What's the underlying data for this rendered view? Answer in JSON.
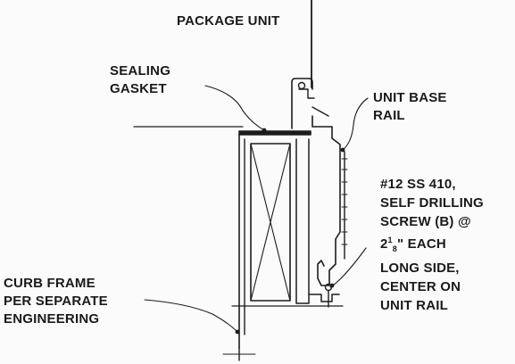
{
  "labels": {
    "package_unit": "PACKAGE UNIT",
    "sealing_gasket": [
      "SEALING",
      "GASKET"
    ],
    "unit_base_rail": [
      "UNIT BASE",
      "RAIL"
    ],
    "screw_note": {
      "line1": "#12 SS 410,",
      "line2": "SELF DRILLING",
      "line3": "SCREW (B) @",
      "line4_main": "2",
      "line4_sup": "1",
      "line4_sub": "8",
      "line4_rest": "\"  EACH",
      "line5": "LONG SIDE,",
      "line6": "CENTER ON",
      "line7": "UNIT RAIL"
    },
    "curb_frame": [
      "CURB FRAME",
      "PER SEPARATE",
      "ENGINEERING"
    ]
  },
  "colors": {
    "line": "#1c1c1c",
    "text": "#1a1a1a",
    "background": "#fbfbfb"
  }
}
